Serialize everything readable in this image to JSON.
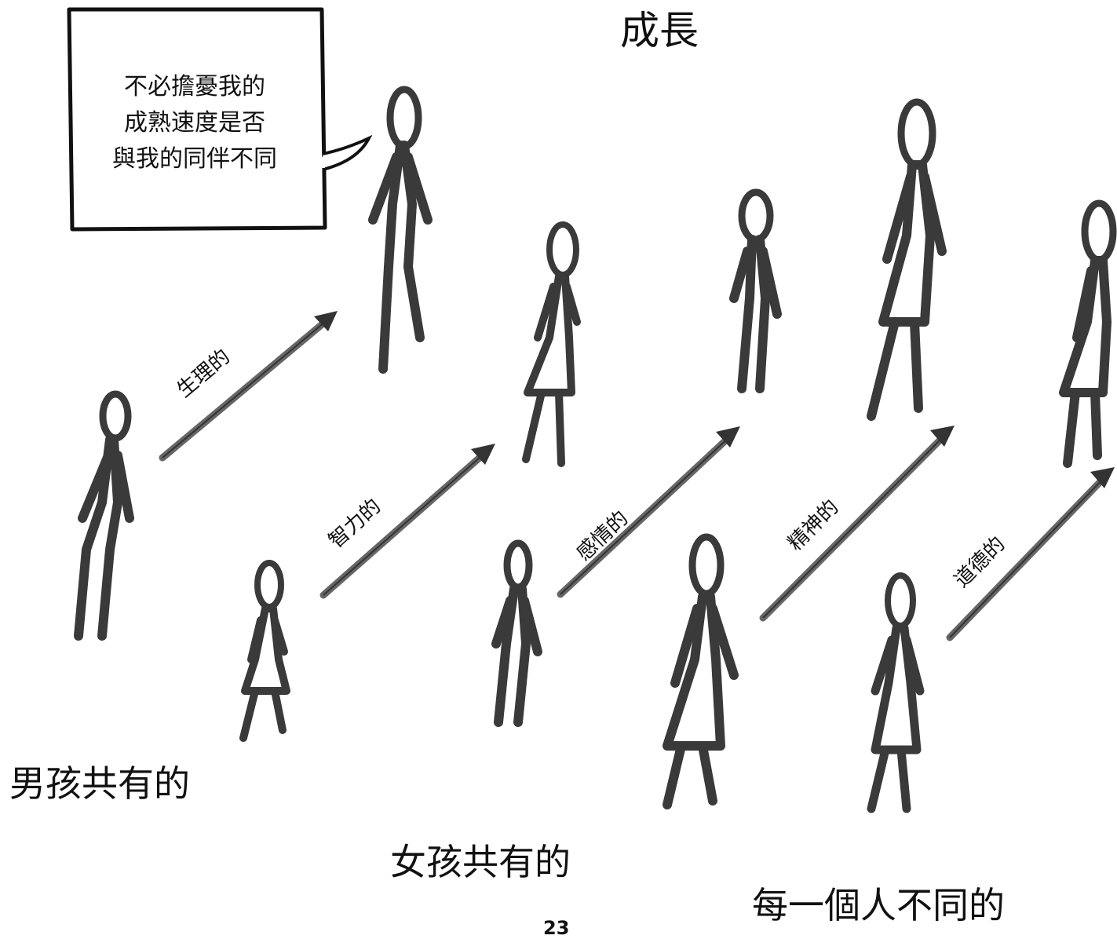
{
  "title": "成長",
  "speech_bubble": {
    "lines": [
      "不必擔憂我的",
      "成熟速度是否",
      "與我的同伴不同"
    ]
  },
  "arrows": [
    {
      "label": "生理的"
    },
    {
      "label": "智力的"
    },
    {
      "label": "感情的"
    },
    {
      "label": "精神的"
    },
    {
      "label": "道德的"
    }
  ],
  "captions": {
    "boys": "男孩共有的",
    "girls": "女孩共有的",
    "each": "每一個人不同的"
  },
  "page_number": "23",
  "colors": {
    "figure": "#3a3a3a",
    "arrow": "#555555",
    "outline": "#111111"
  },
  "icons": [
    "stick-figure-boy",
    "stick-figure-girl",
    "speech-bubble",
    "arrow"
  ]
}
